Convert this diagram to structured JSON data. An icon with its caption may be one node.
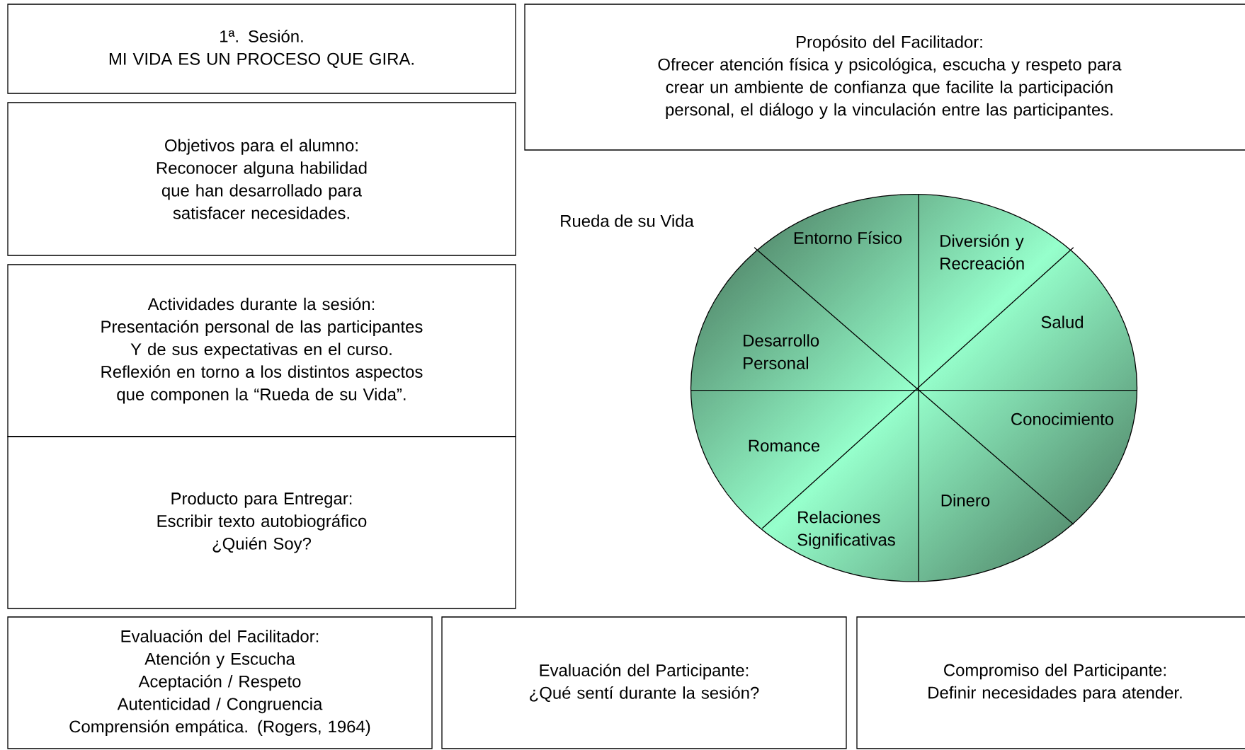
{
  "diagram": {
    "nodes": [
      {
        "text": [
          "1ª. Sesión.",
          "MI VIDA ES UN PROCESO  QUE GIRA."
        ]
      },
      {
        "text": [
          "Propósito del Facilitador:",
          "Ofrecer atención física y psicológica, escucha y respeto para crear un ambiente de confianza que facilite la participación personal, el diálogo y la vinculación entre las participantes."
        ]
      },
      {
        "text": [
          "Objetivos para el alumno:",
          "Reconocer alguna habilidad que han desarrollado para satisfacer necesidades."
        ]
      },
      {
        "text": [
          "Actividades durante la sesión:",
          "Presentación personal de las participantes Y de sus expectativas en el curso.",
          "Reflexión en torno a los distintos aspectos que componen la “Rueda de su Vida”."
        ]
      },
      {
        "text": [
          "Producto para Entregar:",
          "Escribir texto autobiográfico",
          "¿Quién Soy?"
        ]
      },
      {
        "text": [
          "Evaluación del Facilitador:",
          "Atención y Escucha",
          "Aceptación / Respeto",
          "Autenticidad / Congruencia",
          "Comprensión empática. (Rogers, 1964)"
        ]
      },
      {
        "text": [
          "Evaluación del Participante:",
          "¿Qué sentí durante la sesión?"
        ]
      },
      {
        "text": [
          "Compromiso del Participante:",
          "Definir necesidades para atender."
        ]
      }
    ],
    "labels": [
      "Rueda de su Vida",
      "Entorno Físico",
      "Diversión y Recreación",
      "Salud",
      "Desarrollo Personal",
      "Conocimiento",
      "Romance",
      "Dinero",
      "Relaciones Significativas"
    ]
  }
}
